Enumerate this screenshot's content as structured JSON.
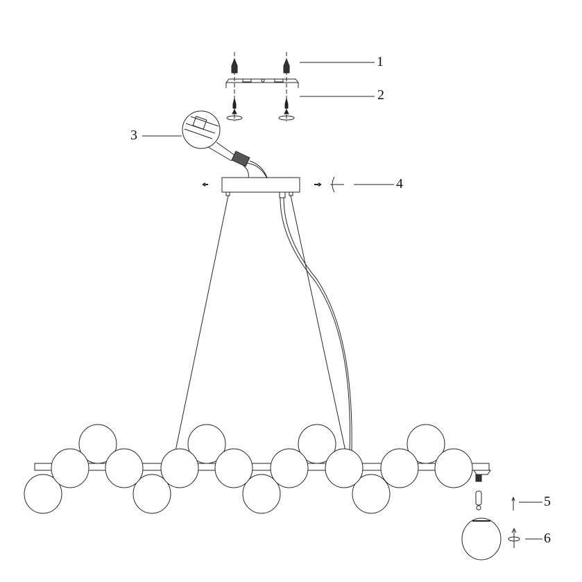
{
  "callouts": {
    "c1": "1",
    "c2": "2",
    "c3": "3",
    "c4": "4",
    "c5": "5",
    "c6": "6"
  },
  "colors": {
    "stroke": "#222222",
    "background": "#ffffff"
  }
}
